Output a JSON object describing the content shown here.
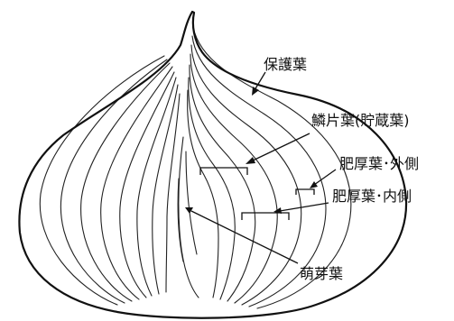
{
  "labels": {
    "protective_leaf": "保護葉",
    "scale_leaf": "鱗片葉(貯蔵葉)",
    "thick_outer": "肥厚葉･外側",
    "thick_inner": "肥厚葉･内側",
    "sprout_leaf": "萌芽葉"
  }
}
